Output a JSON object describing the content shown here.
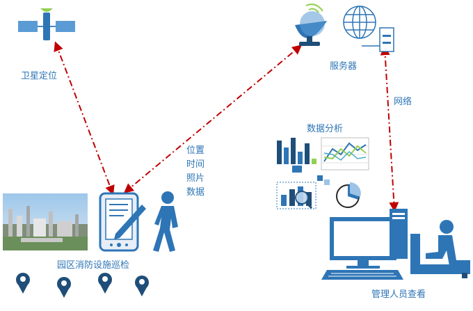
{
  "labels": {
    "satellite": "卫星定位",
    "server": "服务器",
    "network": "网络",
    "data_analysis": "数据分析",
    "inspection": "园区消防设施巡检",
    "manager": "管理人员查看"
  },
  "transmitted": [
    "位置",
    "时间",
    "照片",
    "数据"
  ],
  "icons": [
    "satellite-icon",
    "satellite-dish-icon",
    "globe-icon",
    "server-box-icon",
    "bar-chart-icon",
    "line-chart-icon",
    "magnifier-chart-icon",
    "pie-chart-icon",
    "tablet-pen-icon",
    "walking-person-icon",
    "location-pin-icon",
    "desktop-computer-icon",
    "seated-person-icon",
    "factory-photo"
  ],
  "colors": {
    "primary": "#2e75b6",
    "arrow": "#c00000",
    "dark_blue": "#1f4e79",
    "accent_green": "#92d050"
  }
}
